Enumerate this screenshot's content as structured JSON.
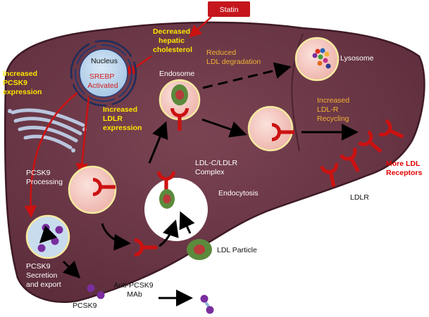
{
  "statin": "Statin",
  "decreased_cholesterol": [
    "Decreased",
    "hepatic",
    "cholesterol"
  ],
  "nucleus": "Nucleus",
  "srebp": [
    "SREBP",
    "Activated"
  ],
  "increased_pcsk9": [
    "Increased",
    "PCSK9",
    "expression"
  ],
  "increased_ldlr": [
    "Increased",
    "LDLR",
    "expression"
  ],
  "reduced_degradation": [
    "Reduced",
    "LDL degradation"
  ],
  "endosome": "Endosome",
  "lysosome": "Lysosome",
  "increased_recycling": [
    "Increased",
    "LDL-R",
    "Recycling"
  ],
  "pcsk9_processing": [
    "PCSK9",
    "Processing"
  ],
  "complex": [
    "LDL-C/LDLR",
    "Complex"
  ],
  "endocytosis": "Endocytosis",
  "ldl_particle": "LDL Particle",
  "secretion": [
    "PCSK9",
    "Secretion",
    "and export"
  ],
  "pcsk9": "PCSK9",
  "mab": [
    "Anti-PCSK9",
    "MAb"
  ],
  "more_ldl": [
    "More LDL",
    "Receptors"
  ],
  "ldlr": "LDLR",
  "colors": {
    "liver": "#6d3848",
    "liver_edge": "#3e1a25",
    "receptor": "#cc1111",
    "vesicle": "#f3c4bd",
    "particle_green": "#5b8a3c",
    "particle_core": "#b83a3a",
    "pcsk9_purple": "#7a2d9e",
    "statin_box": "#c4161c"
  }
}
